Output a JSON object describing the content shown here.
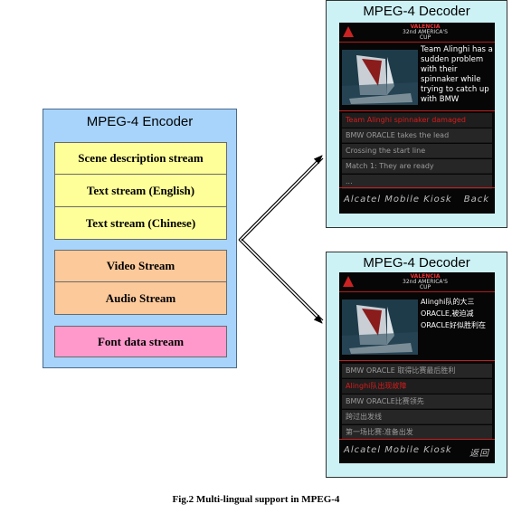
{
  "encoder": {
    "title": "MPEG-4 Encoder",
    "streams": [
      {
        "label": "Scene description stream",
        "color": "#ffff99"
      },
      {
        "label": "Text stream (English)",
        "color": "#ffff99"
      },
      {
        "label": "Text stream (Chinese)",
        "color": "#ffff99"
      },
      {
        "label": "Video Stream",
        "color": "#fcc99b"
      },
      {
        "label": "Audio Stream",
        "color": "#fcc99b"
      },
      {
        "label": "Font data stream",
        "color": "#ff99cc"
      }
    ]
  },
  "decoder_en": {
    "title": "MPEG-4 Decoder",
    "banner": {
      "line1": "VALENCIA",
      "line2": "32nd AMERICA'S",
      "line3": "CUP"
    },
    "news_text": "Team Alinghi has a sudden problem with their spinnaker while trying to catch up with BMW",
    "list": [
      {
        "label": "Team Alinghi spinnaker damaged",
        "active": true
      },
      {
        "label": "BMW ORACLE takes the lead",
        "active": false
      },
      {
        "label": "Crossing the start line",
        "active": false
      },
      {
        "label": "Match 1: They are ready",
        "active": false
      },
      {
        "label": "...",
        "active": false
      }
    ],
    "soft_left": "Alcatel Mobile Kiosk",
    "soft_right": "Back"
  },
  "decoder_zh": {
    "title": "MPEG-4 Decoder",
    "banner": {
      "line1": "VALENCIA",
      "line2": "32nd AMERICA'S",
      "line3": "CUP"
    },
    "news_text": "Alinghi队的大三 ORACLE,被迫减 ORACLE好似胜利在",
    "list": [
      {
        "label": "BMW ORACLE 取得比赛最后胜利",
        "active": false
      },
      {
        "label": "Alinghi队出现故障",
        "active": true
      },
      {
        "label": "BMW ORACLE比赛领先",
        "active": false
      },
      {
        "label": "跨过出发线",
        "active": false
      },
      {
        "label": "第一场比赛:准备出发",
        "active": false
      }
    ],
    "soft_left": "Alcatel Mobile Kiosk",
    "soft_right": "返回"
  },
  "caption": "Fig.2 Multi-lingual support in MPEG-4"
}
